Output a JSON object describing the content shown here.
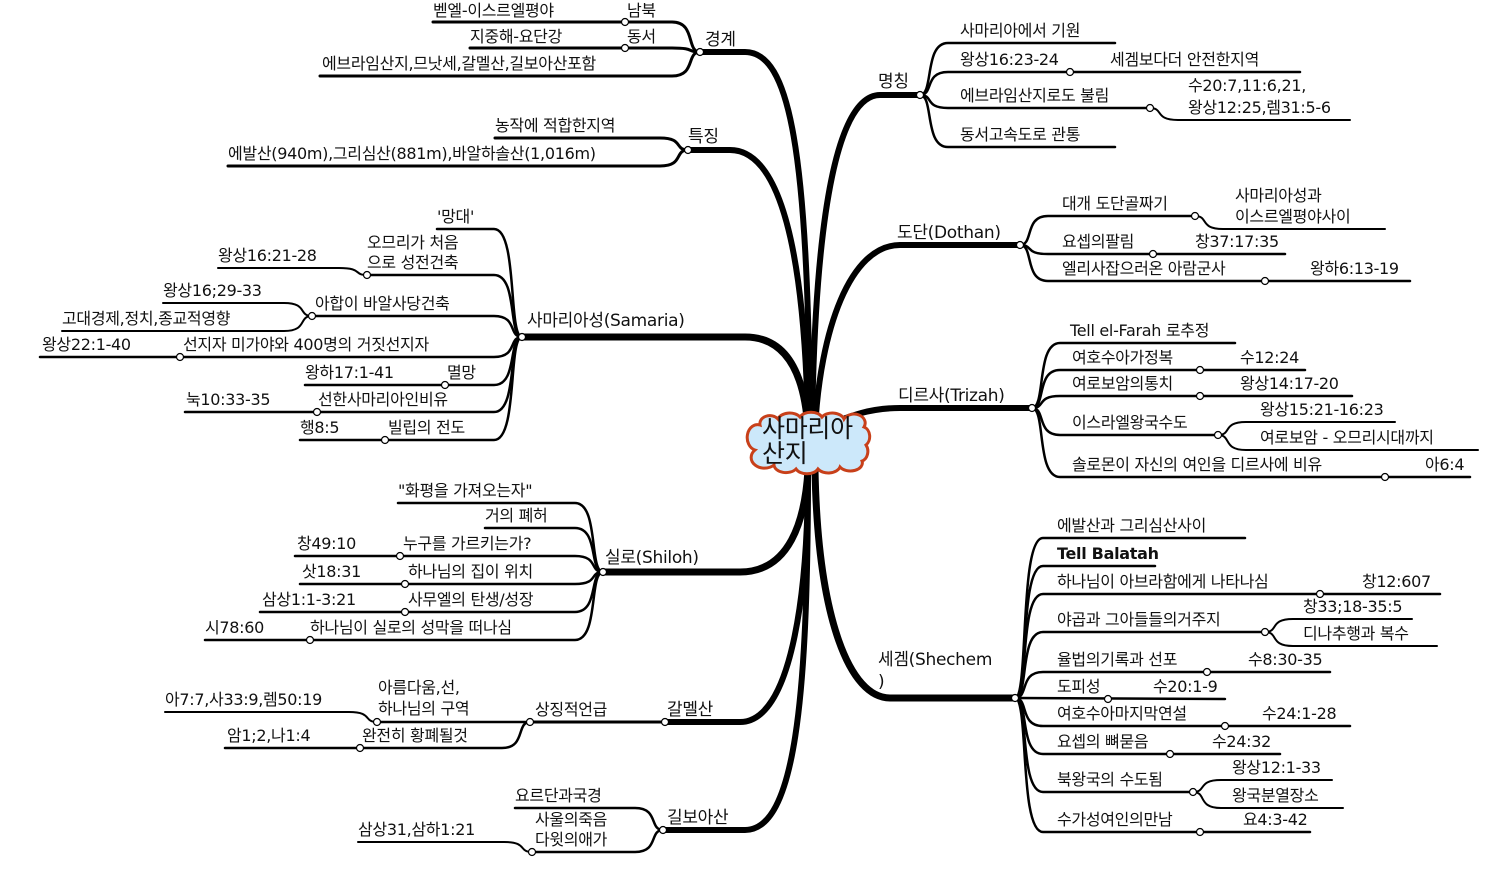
{
  "center": {
    "title_lines": [
      "사마리아",
      "산지"
    ],
    "fill_color": "#cce8fa",
    "border_color": "#c8401a"
  },
  "branches": {
    "boundary": {
      "label": "경계",
      "children": [
        {
          "label": "남북",
          "detail": "벧엘-이스르엘평야"
        },
        {
          "label": "동서",
          "detail": "지중해-요단강"
        },
        {
          "label": "에브라임산지,므낫세,갈멜산,길보아산포함"
        }
      ]
    },
    "features": {
      "label": "특징",
      "children": [
        {
          "label": "농작에 적합한지역"
        },
        {
          "label": "에발산(940m),그리심산(881m),바알하솔산(1,016m)"
        }
      ]
    },
    "samaria": {
      "label": "사마리아성(Samaria)",
      "children": [
        {
          "label": "'망대'"
        },
        {
          "label_lines": [
            "오므리가 처음",
            "으로 성전건축"
          ],
          "ref": "왕상16:21-28"
        },
        {
          "label": "아합이 바알사당건축",
          "subs": [
            "왕상16;29-33",
            "고대경제,정치,종교적영향"
          ]
        },
        {
          "label": "선지자 미가야와 400명의 거짓선지자",
          "ref": "왕상22:1-40"
        },
        {
          "label": "멸망",
          "ref": "왕하17:1-41"
        },
        {
          "label": "선한사마리아인비유",
          "ref": "눅10:33-35"
        },
        {
          "label": "빌립의 전도",
          "ref": "행8:5"
        }
      ]
    },
    "shiloh": {
      "label": "실로(Shiloh)",
      "children": [
        {
          "label": "\"화평을 가져오는자\""
        },
        {
          "label": "거의 폐허"
        },
        {
          "label": "누구를 가르키는가?",
          "ref": "창49:10"
        },
        {
          "label": "하나님의 집이 위치",
          "ref": "삿18:31"
        },
        {
          "label": "사무엘의 탄생/성장",
          "ref": "삼상1:1-3:21"
        },
        {
          "label": "하나님이 실로의 성막을 떠나심",
          "ref": "시78:60"
        }
      ]
    },
    "carmel": {
      "label": "갈멜산",
      "children": [
        {
          "label": "상징적언급",
          "children": [
            {
              "label_lines": [
                "아름다움,선,",
                "하나님의 구역"
              ],
              "ref": "아7:7,사33:9,렘50:19"
            },
            {
              "label": "완전히 황폐될것",
              "ref": "암1;2,나1:4"
            }
          ]
        }
      ]
    },
    "gilboa": {
      "label": "길보아산",
      "children": [
        {
          "label": "요르단과국경"
        },
        {
          "label_lines": [
            "사울의죽음",
            "다윗의애가"
          ],
          "ref": "삼상31,삼하1:21"
        }
      ]
    },
    "naming": {
      "label": "명칭",
      "children": [
        {
          "label": "사마리아에서 기원"
        },
        {
          "label": "왕상16:23-24",
          "detail": "세겜보다더 안전한지역"
        },
        {
          "label": "에브라임산지로도 불림",
          "ref_lines": [
            "수20:7,11:6,21,",
            "왕상12:25,렘31:5-6"
          ]
        },
        {
          "label": "동서고속도로 관통"
        }
      ]
    },
    "dothan": {
      "label": "도단(Dothan)",
      "children": [
        {
          "label": "대개 도단골짜기",
          "detail_lines": [
            "사마리아성과",
            "이스르엘평야사이"
          ]
        },
        {
          "label": "요셉의팔림",
          "ref": "창37:17:35"
        },
        {
          "label": "엘리사잡으러온 아람군사",
          "ref": "왕하6:13-19"
        }
      ]
    },
    "tirzah": {
      "label": "디르사(Trizah)",
      "children": [
        {
          "label": "Tell el-Farah 로추정"
        },
        {
          "label": "여호수아가정복",
          "ref": "수12:24"
        },
        {
          "label": "여로보암의통치",
          "ref": "왕상14:17-20"
        },
        {
          "label": "이스라엘왕국수도",
          "subs": [
            "왕상15:21-16:23",
            "여로보암 - 오므리시대까지"
          ]
        },
        {
          "label": "솔로몬이 자신의 여인을 디르사에 비유",
          "ref": "아6:4"
        }
      ]
    },
    "shechem": {
      "label_lines": [
        "세겜(Shechem",
        ")"
      ],
      "children": [
        {
          "label": "에발산과 그리심산사이"
        },
        {
          "label": "Tell Balatah"
        },
        {
          "label": "하나님이 아브라함에게 나타나심",
          "ref": "창12:607"
        },
        {
          "label": "야곱과 그아들들의거주지",
          "subs": [
            "창33;18-35:5",
            "디나추행과 복수"
          ]
        },
        {
          "label": "율법의기록과 선포",
          "ref": "수8:30-35"
        },
        {
          "label": "도피성",
          "ref": "수20:1-9"
        },
        {
          "label": "여호수아마지막연설",
          "ref": "수24:1-28"
        },
        {
          "label": "요셉의 뼈묻음",
          "ref": "수24:32"
        },
        {
          "label": "북왕국의 수도됨",
          "subs": [
            "왕상12:1-33",
            "왕국분열장소"
          ]
        },
        {
          "label": "수가성여인의만남",
          "ref": "요4:3-42"
        }
      ]
    }
  }
}
